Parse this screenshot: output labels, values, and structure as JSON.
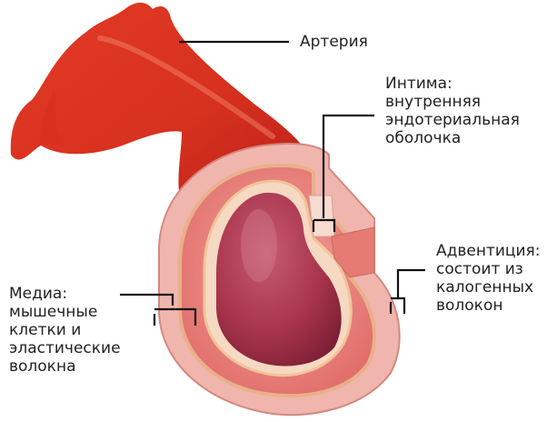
{
  "labels": {
    "artery": "Артерия",
    "intima": [
      "Интима:",
      "внутренняя",
      "эндотериальная",
      "оболочка"
    ],
    "media": [
      "Медиа:",
      "мышечные",
      "клетки и",
      "эластические",
      "волокна"
    ],
    "adventitia": [
      "Адвентиция:",
      "состоит из",
      "калогенных",
      "волокон"
    ]
  },
  "colors": {
    "artery_red": "#d9301f",
    "outer_wall": "#eeaaa0",
    "media_layer": "#e46f6b",
    "lumen": "#a8354c",
    "leader_line": "#111111",
    "text": "#222222"
  }
}
